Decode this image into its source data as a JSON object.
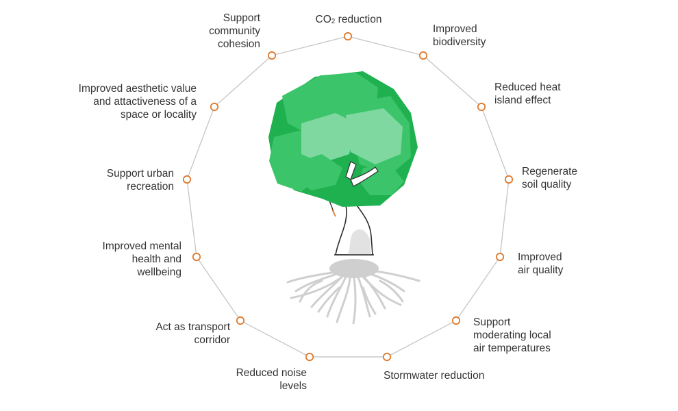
{
  "colors": {
    "polygon_stroke": "#c8c8c8",
    "node_stroke": "#e07a2c",
    "canopy_dark": "#1fb04f",
    "canopy_mid": "#3cc46a",
    "canopy_light": "#7fd8a0",
    "trunk_fill": "#ffffff",
    "trunk_shade": "#e2e2e2",
    "trunk_outline": "#2d2d2d",
    "roots": "#cfcfcf",
    "text": "#333333"
  },
  "benefits": [
    {
      "id": "co2-reduction",
      "lines": [
        "CO",
        "reduction"
      ],
      "subscript": "2"
    },
    {
      "id": "improved-biodiversity",
      "lines": [
        "Improved",
        "biodiversity"
      ]
    },
    {
      "id": "reduced-heat-island",
      "lines": [
        "Reduced heat",
        "island effect"
      ]
    },
    {
      "id": "regenerate-soil",
      "lines": [
        "Regenerate",
        "soil quality"
      ]
    },
    {
      "id": "improved-air-quality",
      "lines": [
        "Improved",
        "air quality"
      ]
    },
    {
      "id": "moderating-temperatures",
      "lines": [
        "Support",
        "moderating local",
        "air temperatures"
      ]
    },
    {
      "id": "stormwater-reduction",
      "lines": [
        "Stormwater reduction"
      ]
    },
    {
      "id": "reduced-noise",
      "lines": [
        "Reduced noise",
        "levels"
      ]
    },
    {
      "id": "transport-corridor",
      "lines": [
        "Act as transport",
        "corridor"
      ]
    },
    {
      "id": "mental-health",
      "lines": [
        "Improved mental",
        "health and",
        "wellbeing"
      ]
    },
    {
      "id": "urban-recreation",
      "lines": [
        "Support urban",
        "recreation"
      ]
    },
    {
      "id": "aesthetic-value",
      "lines": [
        "Improved aesthetic value",
        "and attactiveness of a",
        "space or locality"
      ]
    },
    {
      "id": "community-cohesion",
      "lines": [
        "Support",
        "community",
        "cohesion"
      ]
    }
  ]
}
